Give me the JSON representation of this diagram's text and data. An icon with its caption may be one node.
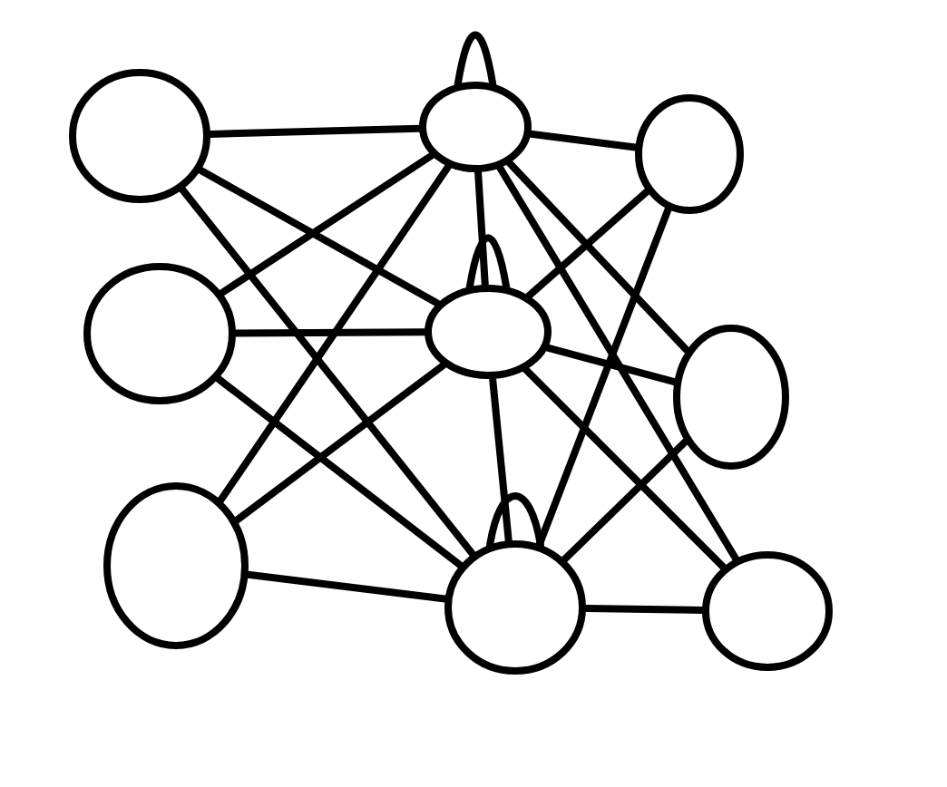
{
  "diagram": {
    "nodes": [
      {
        "text": [],
        "shape": "circle"
      },
      {
        "text": [],
        "shape": "circle"
      },
      {
        "text": [],
        "shape": "circle"
      },
      {
        "text": [],
        "shape": "circle"
      },
      {
        "text": [],
        "shape": "circle"
      },
      {
        "text": [],
        "shape": "circle"
      },
      {
        "text": [],
        "shape": "circle"
      },
      {
        "text": [],
        "shape": "circle"
      },
      {
        "text": [],
        "shape": "circle"
      }
    ],
    "edges": [
      {
        "from": 0,
        "to": 3,
        "arrow": "none"
      },
      {
        "from": 0,
        "to": 4,
        "arrow": "none"
      },
      {
        "from": 0,
        "to": 5,
        "arrow": "none"
      },
      {
        "from": 1,
        "to": 3,
        "arrow": "none"
      },
      {
        "from": 1,
        "to": 4,
        "arrow": "none"
      },
      {
        "from": 1,
        "to": 5,
        "arrow": "none"
      },
      {
        "from": 2,
        "to": 3,
        "arrow": "none"
      },
      {
        "from": 2,
        "to": 4,
        "arrow": "none"
      },
      {
        "from": 2,
        "to": 5,
        "arrow": "none"
      },
      {
        "from": 3,
        "to": 3,
        "arrow": "none"
      },
      {
        "from": 4,
        "to": 4,
        "arrow": "none"
      },
      {
        "from": 5,
        "to": 5,
        "arrow": "none"
      },
      {
        "from": 3,
        "to": 4,
        "arrow": "none"
      },
      {
        "from": 4,
        "to": 5,
        "arrow": "none"
      },
      {
        "from": 3,
        "to": 6,
        "arrow": "none"
      },
      {
        "from": 3,
        "to": 7,
        "arrow": "none"
      },
      {
        "from": 3,
        "to": 8,
        "arrow": "none"
      },
      {
        "from": 4,
        "to": 6,
        "arrow": "none"
      },
      {
        "from": 4,
        "to": 7,
        "arrow": "none"
      },
      {
        "from": 4,
        "to": 8,
        "arrow": "none"
      },
      {
        "from": 5,
        "to": 6,
        "arrow": "none"
      },
      {
        "from": 5,
        "to": 7,
        "arrow": "none"
      },
      {
        "from": 5,
        "to": 8,
        "arrow": "none"
      }
    ]
  }
}
